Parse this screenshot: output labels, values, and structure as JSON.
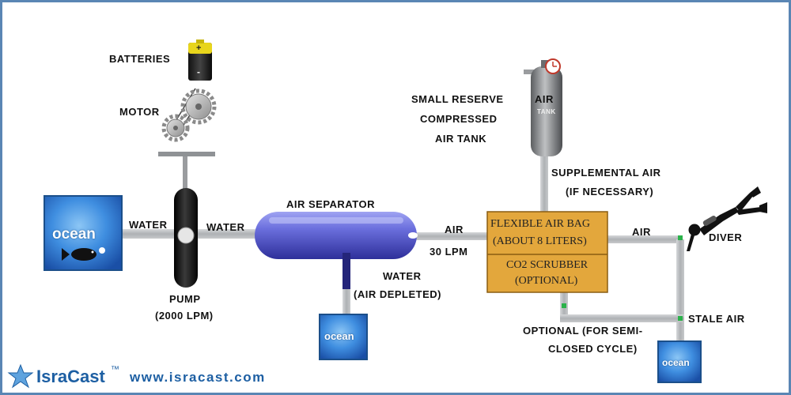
{
  "labels": {
    "batteries": "BATTERIES",
    "motor": "MOTOR",
    "water_left": "WATER",
    "water_right": "WATER",
    "pump_line1": "PUMP",
    "pump_line2": "(2000 LPM)",
    "air_separator": "AIR SEPARATOR",
    "water_depleted_line1": "WATER",
    "water_depleted_line2": "(AIR DEPLETED)",
    "air": "AIR",
    "flow_rate": "30 LPM",
    "reserve_line1": "SMALL RESERVE",
    "reserve_line2": "COMPRESSED",
    "reserve_line3": "AIR TANK",
    "tank_text_top": "AIR",
    "tank_text_bottom": "TANK",
    "supplemental_line1": "SUPPLEMENTAL AIR",
    "supplemental_line2": "(IF NECESSARY)",
    "bag_line1": "FLEXIBLE AIR BAG",
    "bag_line2": "(ABOUT 8 LITERS)",
    "scrubber_line1": "CO2 SCRUBBER",
    "scrubber_line2": "(OPTIONAL)",
    "air_to_diver": "AIR",
    "diver": "DIVER",
    "stale_air": "STALE AIR",
    "optional_line1": "OPTIONAL (FOR SEMI-",
    "optional_line2": "CLOSED CYCLE)"
  },
  "ocean_boxes": {
    "main": "ocean",
    "separator_outlet": "ocean",
    "diver_outlet": "ocean"
  },
  "battery_signs": {
    "plus": "+",
    "minus": "-"
  },
  "footer": {
    "brand": "IsraCast",
    "trademark": "™",
    "url": "www.isracast.com"
  },
  "icons": [
    "ocean-fish-icon",
    "gear-icon",
    "battery-icon",
    "diver-icon",
    "pressure-gauge-icon",
    "star-logo-icon"
  ],
  "colors": {
    "frame": "#5a86b4",
    "pipe": "#b9bcbe",
    "separator": "#6b6fd6",
    "bag": "#e0a838",
    "ocean": "#2f7fd3",
    "valve": "#2bb24a"
  }
}
